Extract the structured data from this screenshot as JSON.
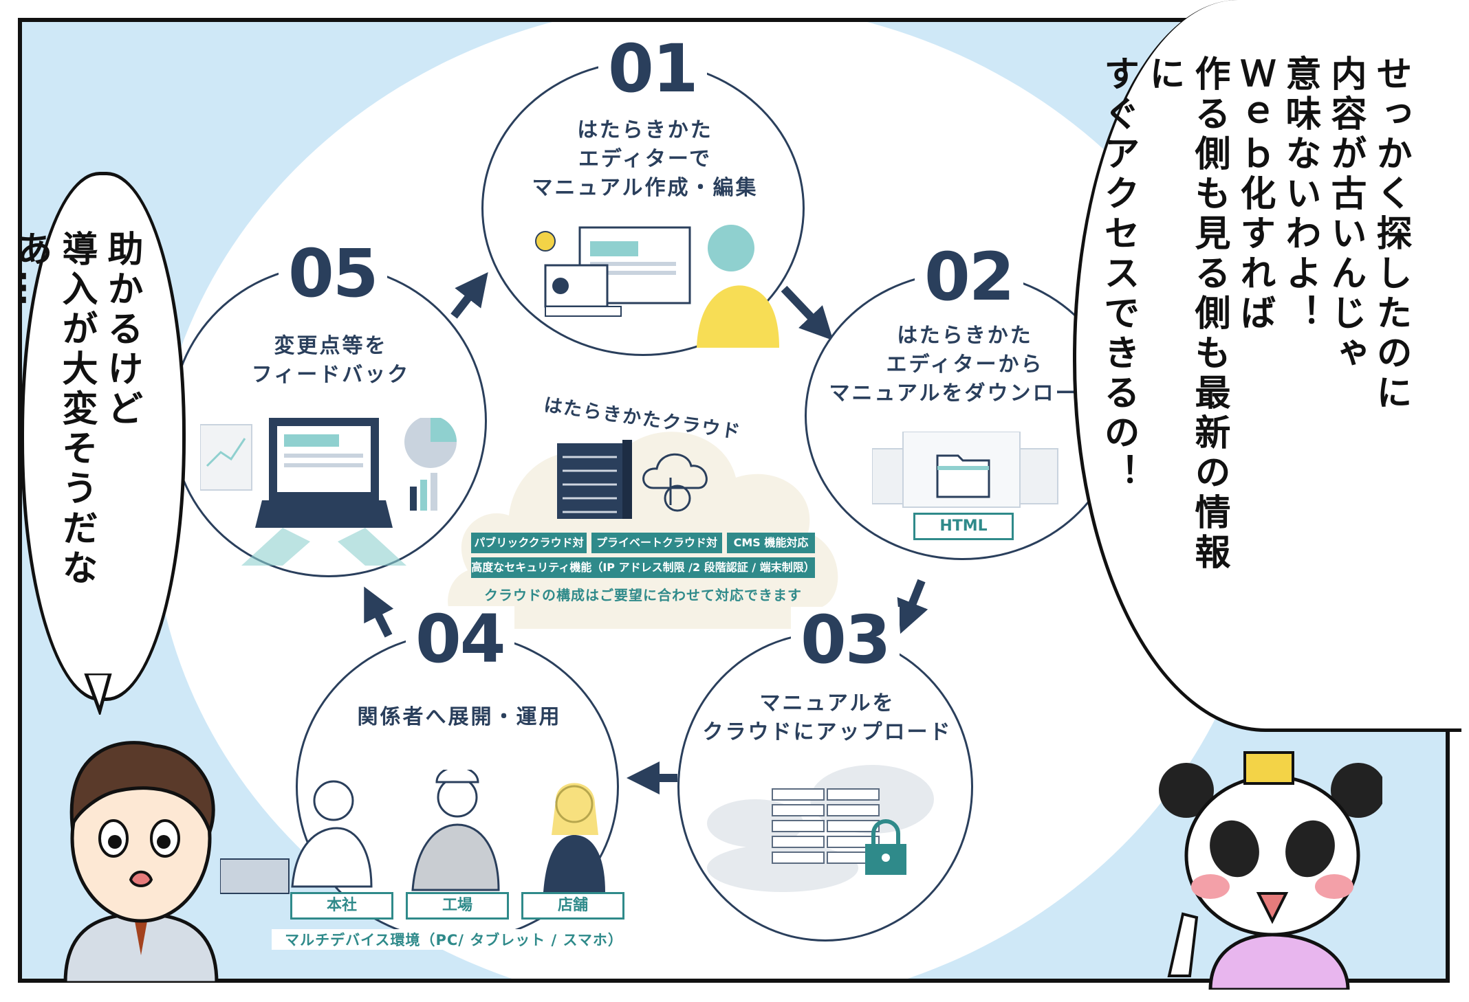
{
  "steps": [
    {
      "num": "01",
      "lines": [
        "はたらきかた",
        "エディターで",
        "マニュアル作成・編集"
      ]
    },
    {
      "num": "02",
      "lines": [
        "はたらきかた",
        "エディターから",
        "マニュアルをダウンロード"
      ],
      "badge": "HTML"
    },
    {
      "num": "03",
      "lines": [
        "マニュアルを",
        "クラウドにアップロード"
      ]
    },
    {
      "num": "04",
      "lines": [
        "関係者へ展開・運用"
      ],
      "places": [
        "本社",
        "工場",
        "店舗"
      ],
      "caption": "マルチデバイス環境（PC/ タブレット / スマホ）"
    },
    {
      "num": "05",
      "lines": [
        "変更点等を",
        "フィードバック"
      ]
    }
  ],
  "cloud": {
    "title": "はたらきかたクラウド",
    "tags": [
      "パブリッククラウド対応",
      "プライベートクラウド対応",
      "CMS 機能対応",
      "高度なセキュリティ機能（IP アドレス制限 /2 段階認証 / 端末制限）"
    ],
    "note": "クラウドの構成はご要望に合わせて対応できます"
  },
  "bubbles": {
    "left": [
      "助かるけど",
      "導入が大変そうだなあ…"
    ],
    "right": [
      "せっかく探したのに",
      "内容が古いんじゃ",
      "意味ないわよ！",
      "Ｗｅｂ化すれば",
      "作る側も見る側も最新の情報に",
      "すぐアクセスできるの！"
    ]
  },
  "colors": {
    "navy": "#2a3f5c",
    "teal": "#2f8a8a",
    "sky": "#cfe8f7",
    "cream": "#f6f2e6",
    "yellow": "#f3d347"
  }
}
